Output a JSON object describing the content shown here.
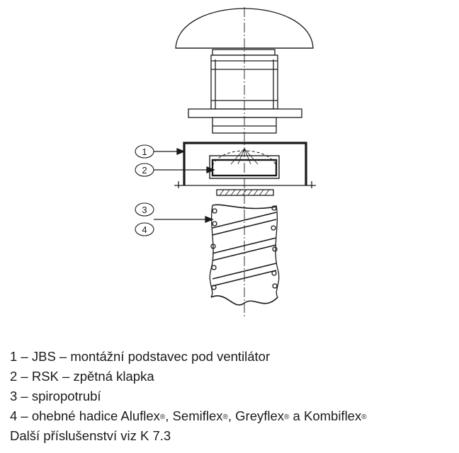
{
  "diagram": {
    "callouts": [
      "1",
      "2",
      "3",
      "4"
    ]
  },
  "legend": {
    "item1": "1 – JBS – montážní podstavec pod ventilátor",
    "item2": "2 – RSK – zpětná klapka",
    "item3": "3 – spiropotrubí",
    "item4": {
      "prefix": "4 – ohebné hadice Aluflex",
      "reg": "®",
      "s1": ", Semiflex",
      "s2": ", Greyflex",
      "s3": " a Kombiflex"
    },
    "footer": "Další příslušenství viz K 7.3"
  },
  "colors": {
    "line": "#1a1a1a",
    "text": "#1a1a1a"
  }
}
